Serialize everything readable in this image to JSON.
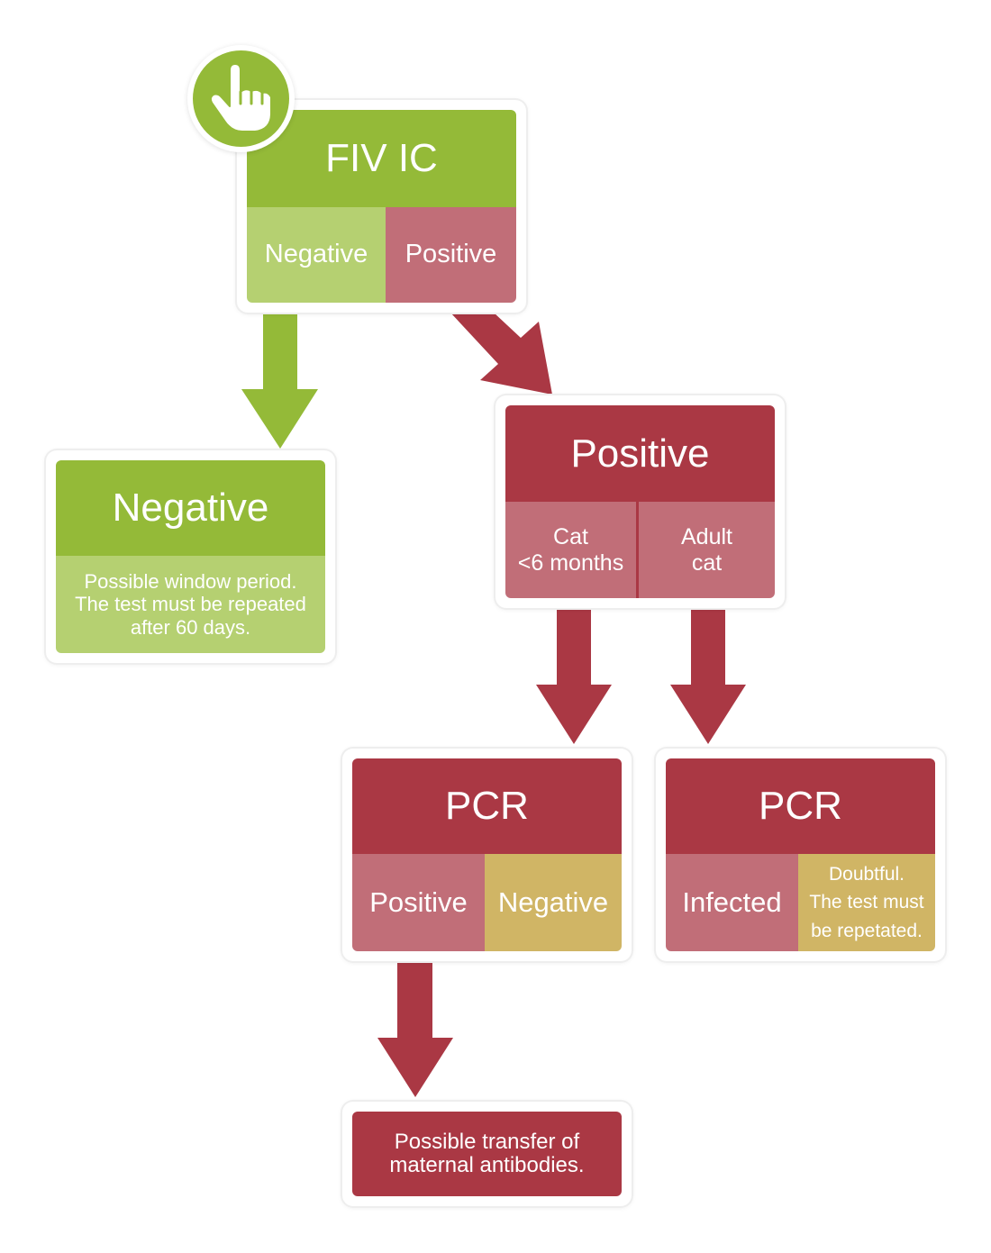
{
  "colors": {
    "green": "#94BA38",
    "light_green": "#B5D071",
    "red": "#AA3844",
    "pink": "#C16E78",
    "gold": "#D0B565",
    "white": "#FFFFFF"
  },
  "start_icon": "pointing-hand-icon",
  "fiv_ic": {
    "title": "FIV IC",
    "left": "Negative",
    "right": "Positive"
  },
  "negative": {
    "title": "Negative",
    "note": "Possible window period.\nThe test must be repeated\nafter 60 days."
  },
  "positive": {
    "title": "Positive",
    "left": "Cat\n<6 months",
    "right": "Adult\ncat"
  },
  "pcr_kitten": {
    "title": "PCR",
    "left": "Positive",
    "right": "Negative"
  },
  "pcr_adult": {
    "title": "PCR",
    "left": "Infected",
    "right": "Doubtful.\nThe test must\nbe repetated."
  },
  "maternal": {
    "text": "Possible transfer of\nmaternal antibodies."
  }
}
